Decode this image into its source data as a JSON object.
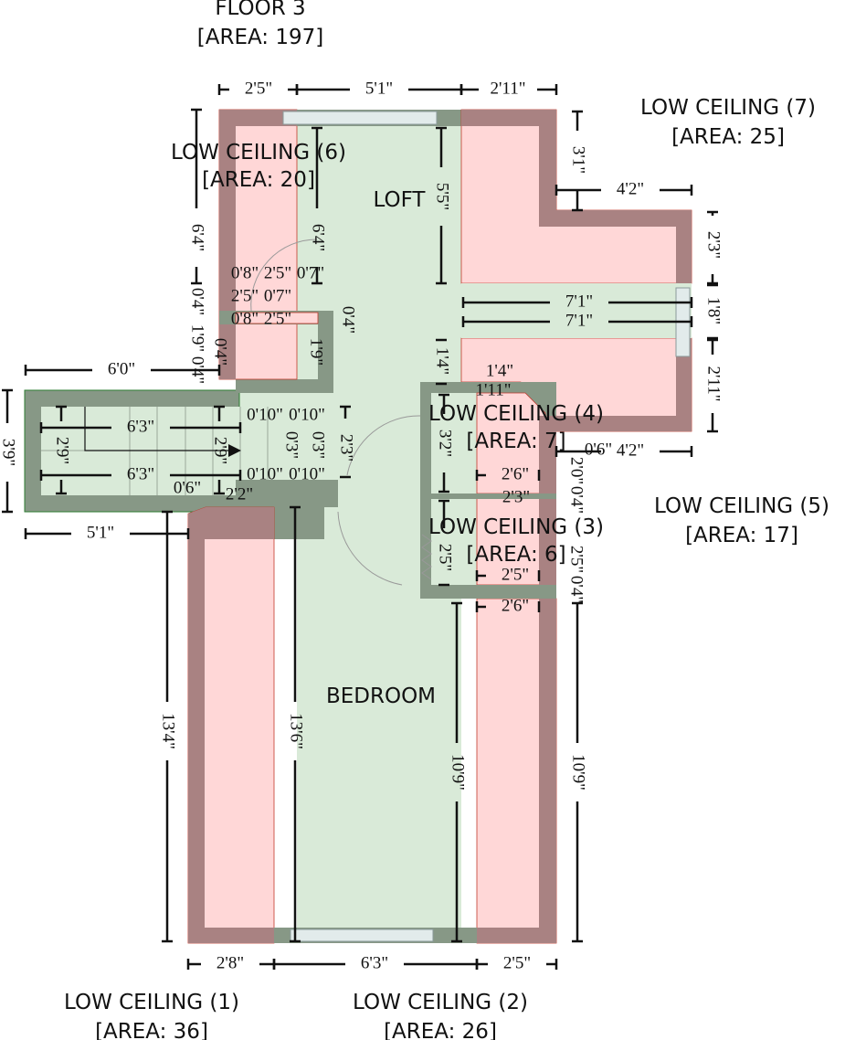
{
  "colors": {
    "wall": "#879886",
    "floor": "#d9ead8",
    "low_ceiling": "#ffd7d7",
    "low_ceiling_wall": "#a98282",
    "window": "#e2ebeb"
  },
  "floor": {
    "title": "FLOOR 3",
    "area": "[AREA: 197]"
  },
  "rooms": [
    {
      "name": "LOW CEILING (6)",
      "area": "[AREA: 20]"
    },
    {
      "name": "LOFT"
    },
    {
      "name": "LOW CEILING (7)",
      "area": "[AREA: 25]"
    },
    {
      "name": "LOW CEILING (4)",
      "area": "[AREA: 7]"
    },
    {
      "name": "LOW CEILING (3)",
      "area": "[AREA: 6]"
    },
    {
      "name": "LOW CEILING (5)",
      "area": "[AREA: 17]"
    },
    {
      "name": "BEDROOM"
    },
    {
      "name": "LOW CEILING (1)",
      "area": "[AREA: 36]"
    },
    {
      "name": "LOW CEILING (2)",
      "area": "[AREA: 26]"
    }
  ],
  "dimensions": [
    "2'5\"",
    "5'1\"",
    "2'11\"",
    "3'1\"",
    "4'2\"",
    "2'3\"",
    "1'8\"",
    "2'11\"",
    "4'2\"",
    "6'4\"",
    "6'4\"",
    "5'5\"",
    "7'1\"",
    "7'1\"",
    "0'8\"",
    "2'5\"",
    "0'7\"",
    "0'4\"",
    "2'5\"",
    "0'7\"",
    "0'8\"",
    "2'5\"",
    "1'9\"",
    "0'4\"",
    "0'4\"",
    "1'9\"",
    "0'4\"",
    "6'0\"",
    "3'9\"",
    "6'3\"",
    "6'3\"",
    "2'9\"",
    "2'9\"",
    "0'10\"",
    "0'10\"",
    "0'10\"",
    "0'10\"",
    "0'3\"",
    "0'3\"",
    "2'3\"",
    "0'6\"",
    "2'2\"",
    "5'1\"",
    "1'4\"",
    "1'4\"",
    "1'11\"",
    "3'2\"",
    "2'6\"",
    "2'3\"",
    "2'5\"",
    "2'5\"",
    "2'6\"",
    "0'6\"",
    "2'0\"",
    "0'4\"",
    "2'5\"",
    "0'4\"",
    "13'4\"",
    "13'6\"",
    "10'9\"",
    "10'9\"",
    "2'8\"",
    "6'3\"",
    "2'5\""
  ]
}
